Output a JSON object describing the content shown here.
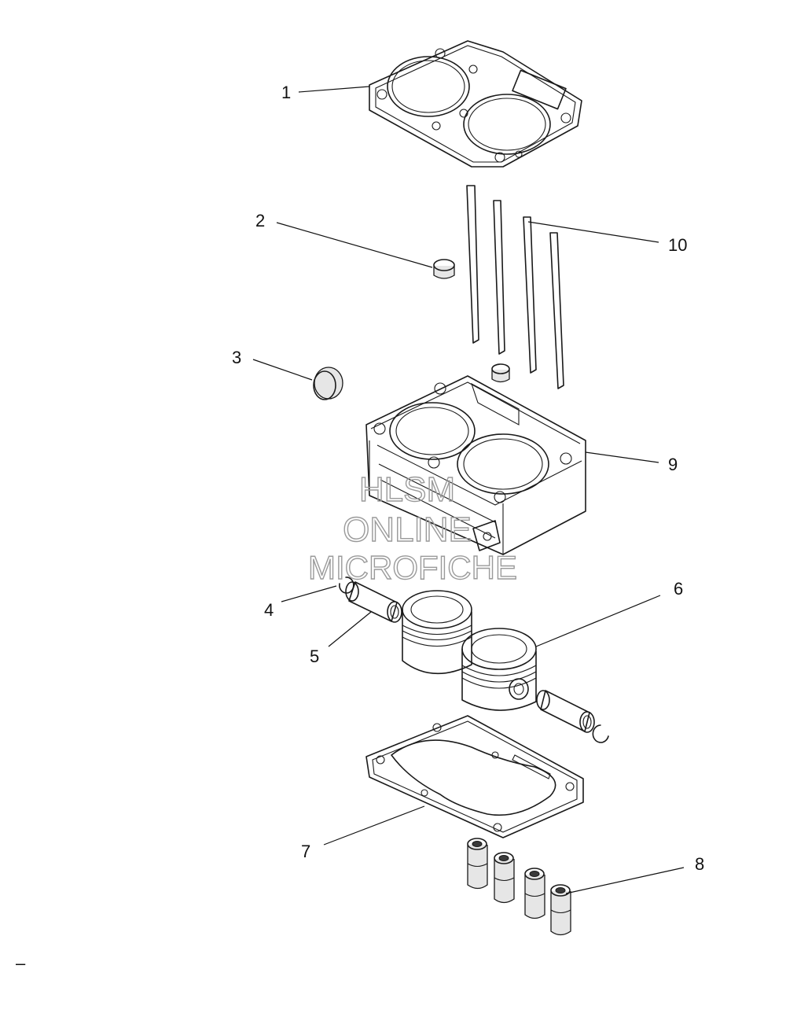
{
  "diagram": {
    "callouts": {
      "c1": "1",
      "c2": "2",
      "c3": "3",
      "c4": "4",
      "c5": "5",
      "c6": "6",
      "c7": "7",
      "c8": "8",
      "c9": "9",
      "c10": "10"
    },
    "watermark": {
      "line1": "HLSM",
      "line2": "ONLINE",
      "line3": "MICROFICHE"
    },
    "corner_mark": "–"
  }
}
